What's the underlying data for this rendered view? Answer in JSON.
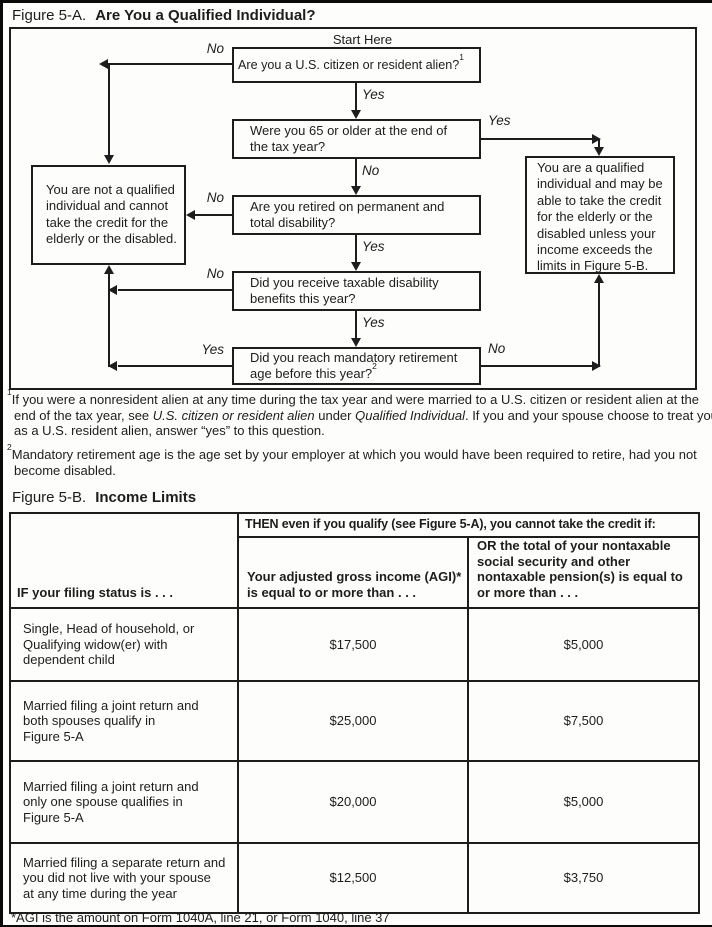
{
  "figure_a": {
    "label": "Figure 5-A.",
    "title": "Are You a Qualified Individual?"
  },
  "flowchart": {
    "start": "Start Here",
    "labels": {
      "yes": "Yes",
      "no": "No"
    },
    "questions": [
      {
        "text": "Are you a U.S. citizen or resident alien?",
        "sup": "1"
      },
      {
        "text": "Were you 65 or older at the end of\nthe tax year?"
      },
      {
        "text": "Are you retired on permanent and\ntotal disability?"
      },
      {
        "text": "Did you receive taxable disability\nbenefits this year?"
      },
      {
        "text": "Did you reach mandatory retirement\nage before this year?",
        "sup": "2"
      }
    ],
    "outcomes": {
      "not_qualified": "You are not a qualified\nindividual and cannot\ntake the credit for the\nelderly or the disabled.",
      "qualified": "You are a qualified\nindividual and may be\nable to take the credit\nfor the elderly or the\ndisabled unless your\nincome exceeds the\nlimits in Figure 5-B."
    }
  },
  "footnotes": {
    "fn1": {
      "sup": "1",
      "part1": "If you were a nonresident alien at any time during the tax year and were married to a U.S. citizen or resident alien at the end of the tax year, see ",
      "italic1": "U.S. citizen or resident alien",
      "part2": " under ",
      "italic2": "Qualified Individual",
      "part3": ". If you and your spouse choose to treat you as a U.S. resident alien, answer “yes” to this question."
    },
    "fn2": {
      "sup": "2",
      "text": "Mandatory retirement age is the age set by your employer at which you would have been required to retire, had you not become disabled."
    }
  },
  "figure_b": {
    "label": "Figure 5-B.",
    "title": "Income Limits"
  },
  "table": {
    "if_header": "IF your filing status is . . .",
    "then_header": "THEN even if you qualify (see Figure 5-A), you cannot take the credit if:",
    "agi_header": "Your adjusted gross income (AGI)*\nis equal to or more than . . .",
    "nontaxable_header": "OR the total of your nontaxable\nsocial security and other\nnontaxable pension(s) is equal to\nor more than . . .",
    "rows": [
      {
        "status": "Single, Head of household, or\nQualifying widow(er) with\ndependent child",
        "agi": "$17,500",
        "nontaxable": "$5,000"
      },
      {
        "status": "Married filing a joint return and\nboth spouses qualify in\nFigure 5-A",
        "agi": "$25,000",
        "nontaxable": "$7,500"
      },
      {
        "status": "Married filing a joint return and\nonly one spouse qualifies in\nFigure 5-A",
        "agi": "$20,000",
        "nontaxable": "$5,000"
      },
      {
        "status": "Married filing a separate return and\nyou did not live with your spouse\nat any time during the year",
        "agi": "$12,500",
        "nontaxable": "$3,750"
      }
    ],
    "footnote": "*AGI is the amount on Form 1040A, line 21, or Form 1040, line 37"
  }
}
